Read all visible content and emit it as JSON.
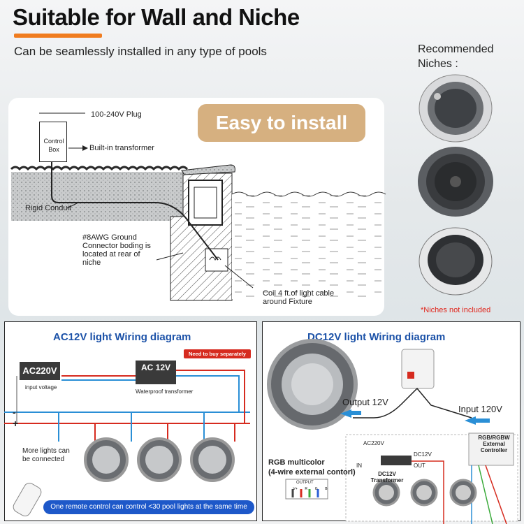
{
  "header": {
    "title": "Suitable for Wall and Niche",
    "subtitle": "Can be seamlessly installed in any type of pools"
  },
  "niches": {
    "label": "Recommended Niches :",
    "note": "*Niches not included"
  },
  "install": {
    "badge": "Easy to install",
    "plug": "100-240V Plug",
    "control_box": "Control Box",
    "transformer": "Built-in transformer",
    "conduit": "Rigid Conduit",
    "ground": "#8AWG Ground Connector boding is located at rear of niche",
    "coil": "Coil 4 ft.of light cable around Fixture"
  },
  "ac_diagram": {
    "title": "AC12V light Wiring diagram",
    "ac220": "AC220V",
    "input_voltage": "input voltage",
    "ac12": "AC 12V",
    "transformer": "Waterproof transformer",
    "buy_tag": "Need to buy separately",
    "minus": "-",
    "plus": "+",
    "more_lights": "More lights can be connected",
    "remote_note": "One remote control can control <30 pool lights at the same time"
  },
  "dc_diagram": {
    "title": "DC12V light Wiring diagram",
    "output": "Output 12V",
    "input": "Input 120V",
    "ac220": "AC220V",
    "dc12": "DC12V",
    "in": "IN",
    "out": "OUT",
    "dc_transformer": "DC12V Transformer",
    "controller": "RGB/RGBW External Controller",
    "rgb_title": "RGB multicolor",
    "rgb_sub": "(4-wire external contorl)",
    "output_label": "OUTPUT",
    "pins": [
      "V+",
      "R",
      "G",
      "B"
    ]
  },
  "colors": {
    "accent": "#f07c1f",
    "badge": "#d6b080",
    "diagram_title": "#1c52a8",
    "wire_red": "#d62b1f",
    "wire_blue": "#2a8fd6",
    "note_red": "#e0261c"
  }
}
